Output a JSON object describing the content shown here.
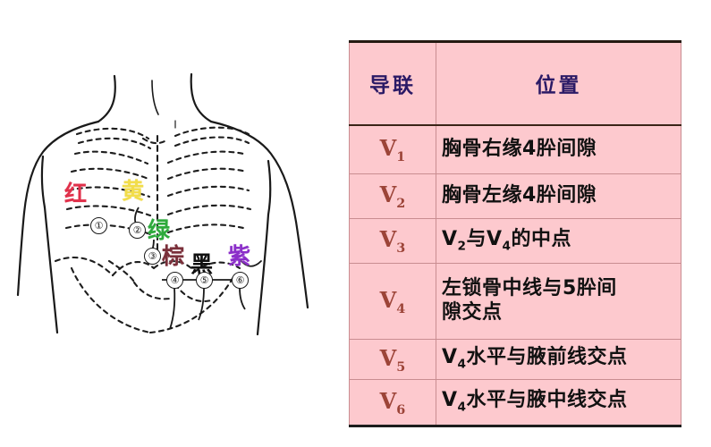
{
  "diagram": {
    "title_alt": "chest-electrode-placement-diagram",
    "electrodes": [
      {
        "number": "①",
        "color_label": "红",
        "color_name": "red",
        "hex": "#e0304a",
        "lead": "V1"
      },
      {
        "number": "②",
        "color_label": "黄",
        "color_name": "yellow",
        "hex": "#f2dd4a",
        "lead": "V2"
      },
      {
        "number": "③",
        "color_label": "绿",
        "color_name": "green",
        "hex": "#2eaa3c",
        "lead": "V3"
      },
      {
        "number": "④",
        "color_label": "棕",
        "color_name": "brown",
        "hex": "#7a2f3a",
        "lead": "V4"
      },
      {
        "number": "⑤",
        "color_label": "黑",
        "color_name": "black",
        "hex": "#101010",
        "lead": "V5"
      },
      {
        "number": "⑥",
        "color_label": "紫",
        "color_name": "purple",
        "hex": "#8b2fc9",
        "lead": "V6"
      }
    ]
  },
  "table": {
    "headers": {
      "lead": "导联",
      "position": "位置"
    },
    "rows": [
      {
        "lead": "V",
        "sub": "1",
        "position_html": "胸骨右缘4肸间隙",
        "position_text": "胸骨右缘4肸间隙"
      },
      {
        "lead": "V",
        "sub": "2",
        "position_html": "胸骨左缘4肸间隙",
        "position_text": "胸骨左缘4肸间隙"
      },
      {
        "lead": "V",
        "sub": "3",
        "position_html": "V<sub>2</sub>与V<sub>4</sub>的中点",
        "position_text": "V2与V4的中点"
      },
      {
        "lead": "V",
        "sub": "4",
        "position_html": "左锁骨中线与5肸间<br>隙交点",
        "position_text": "左锁骨中线与5肸间隙交点"
      },
      {
        "lead": "V",
        "sub": "5",
        "position_html": "V<sub>4</sub>水平与腋前线交点",
        "position_text": "V4水平与腋前线交点"
      },
      {
        "lead": "V",
        "sub": "6",
        "position_html": "V<sub>4</sub>水平与腋中线交点",
        "position_text": "V4水平与腋中线交点"
      }
    ]
  },
  "colors": {
    "cell_background": "#fdc9ce",
    "cell_border": "#c98d91",
    "outer_border": "#241a12",
    "header_text": "#2b1a66",
    "lead_text": "#9c4438",
    "position_text": "#111111",
    "page_background": "#ffffff"
  }
}
